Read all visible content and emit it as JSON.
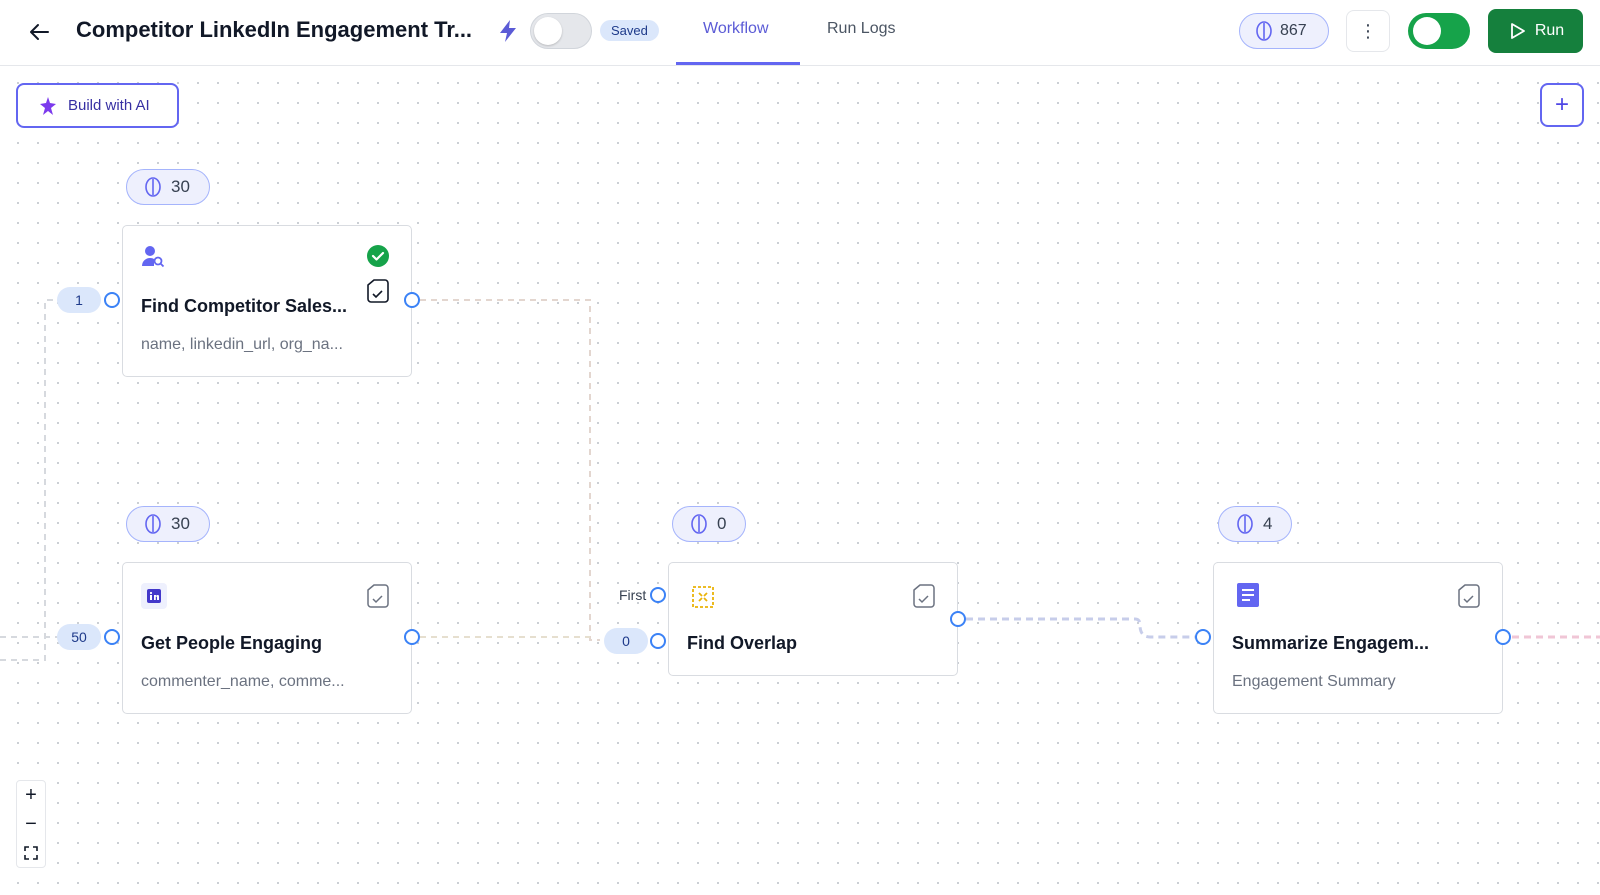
{
  "header": {
    "title": "Competitor LinkedIn Engagement Tr...",
    "saved_label": "Saved",
    "tabs": [
      {
        "label": "Workflow",
        "active": true
      },
      {
        "label": "Run Logs",
        "active": false
      }
    ],
    "credits": "867",
    "run_label": "Run",
    "menu_glyph": "⋮",
    "workflow_enabled": false,
    "run_toggle_enabled": true
  },
  "toolbar": {
    "build_ai_label": "Build with AI",
    "add_glyph": "+"
  },
  "nodes": [
    {
      "title": "Find Competitor Sales...",
      "subtitle": "name, linkedin_url, org_na...",
      "credits": "30",
      "input_count": "1",
      "icon": "person-search-icon",
      "status": "completed"
    },
    {
      "title": "Get People Engaging",
      "subtitle": "commenter_name, comme...",
      "credits": "30",
      "input_count": "50",
      "icon": "linkedin-icon"
    },
    {
      "title": "Find Overlap",
      "credits": "0",
      "input_first_label": "First",
      "input_second_count": "0",
      "icon": "overlap-icon"
    },
    {
      "title": "Summarize Engagem...",
      "subtitle": "Engagement Summary",
      "credits": "4",
      "icon": "document-icon"
    }
  ],
  "zoom_controls": {
    "zoom_in": "+",
    "zoom_out": "−",
    "fit": "⛶"
  },
  "colors": {
    "accent": "#6366f1",
    "run_green": "#15803d",
    "port_blue": "#3b82f6",
    "success": "#16a34a"
  }
}
